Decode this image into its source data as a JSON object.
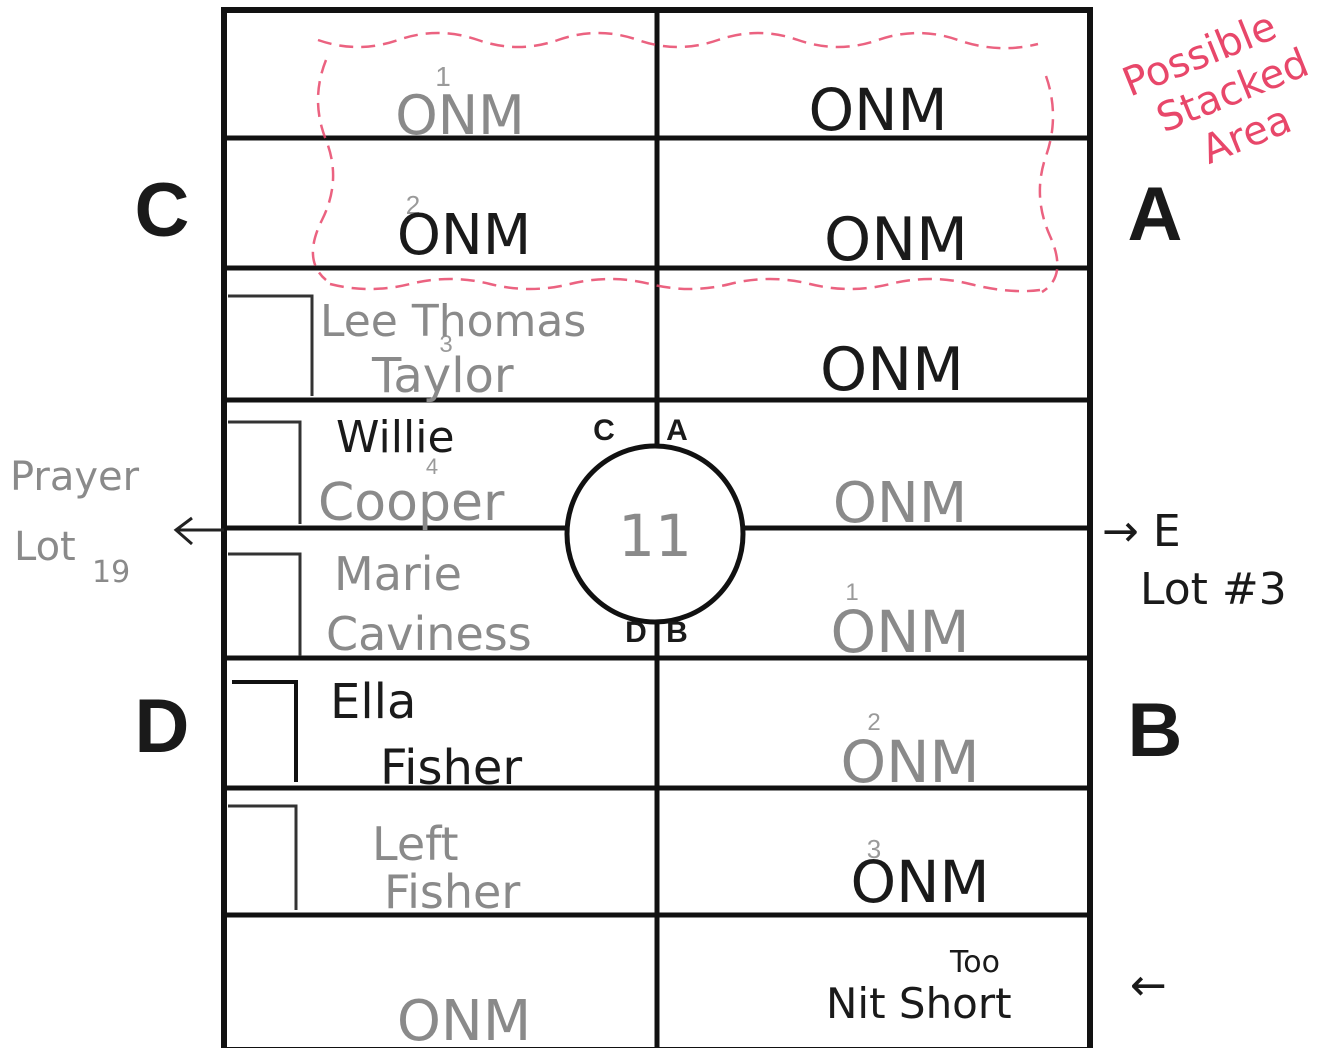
{
  "section_labels": {
    "left_top": "C",
    "right_top": "A",
    "left_bottom": "D",
    "right_bottom": "B"
  },
  "center": {
    "label": "11",
    "q_c": "C",
    "q_a": "A",
    "q_d": "D",
    "q_b": "B"
  },
  "stacked_note": {
    "line1": "Possible",
    "line2": "Stacked",
    "line3": "Area"
  },
  "left_note": {
    "line1": "Prayer",
    "line2": "Lot",
    "line3": "19"
  },
  "right_note": {
    "line1": "→ E",
    "line2": "Lot #3"
  },
  "left_col": {
    "r1": {
      "num": "1",
      "text": "ONM"
    },
    "r2": {
      "num": "2",
      "text": "ONM"
    },
    "r3": {
      "num": "3",
      "line1": "Lee Thomas",
      "line2": "Taylor"
    },
    "r4": {
      "num": "4",
      "line1": "Willie",
      "line2": "Cooper"
    },
    "r5": {
      "line1": "Marie",
      "line2": "Caviness"
    },
    "r6": {
      "line1": "Ella",
      "line2": "Fisher"
    },
    "r7": {
      "line1": "Left",
      "line2": "Fisher"
    },
    "r8": {
      "text": "ONM"
    }
  },
  "right_col": {
    "r1": {
      "text": "ONM"
    },
    "r2": {
      "text": "ONM"
    },
    "r3": {
      "text": "ONM"
    },
    "r4": {
      "text": "ONM"
    },
    "r5": {
      "num": "1",
      "text": "ONM"
    },
    "r6": {
      "num": "2",
      "text": "ONM"
    },
    "r7": {
      "num": "3",
      "text": "ONM"
    },
    "r8": {
      "line1": "Too",
      "line2": "Nit Short"
    }
  },
  "bottom_arrow": "←"
}
